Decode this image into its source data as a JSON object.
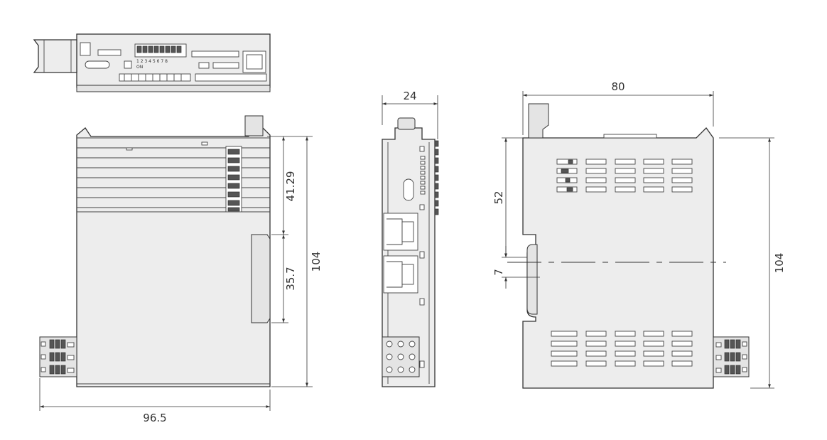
{
  "dimensions": {
    "top_width": "96.5",
    "upper_height": "41.29",
    "total_height_left": "104",
    "din_rail_left": "35.7",
    "side_width": "24",
    "right_width": "80",
    "right_upper": "52",
    "right_rail_gap": "7",
    "total_height_right": "104"
  },
  "dip_switch": {
    "numbers": "1 2 3 4 5 6 7 8",
    "on_label": "ON"
  }
}
